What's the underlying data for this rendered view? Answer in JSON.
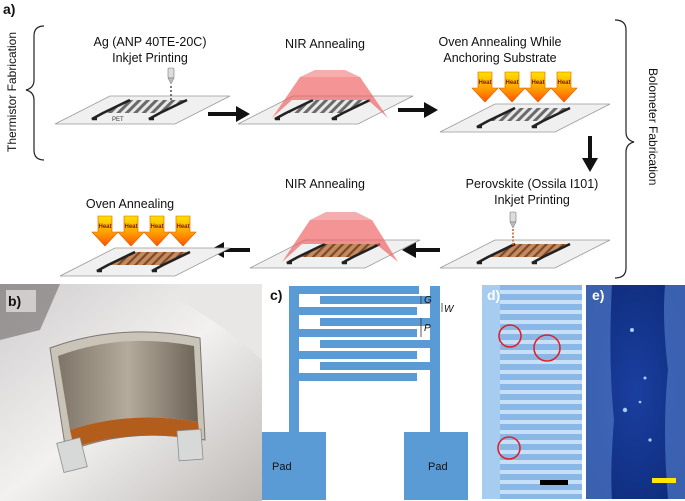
{
  "panels": {
    "a": "a)",
    "b": "b)",
    "c": "c)",
    "d": "d)",
    "e": "e)"
  },
  "side_labels": {
    "left": "Thermistor Fabrication",
    "right": "Bolometer Fabrication"
  },
  "steps": {
    "step1": [
      "Ag (ANP 40TE-20C)",
      "Inkjet Printing"
    ],
    "step2": [
      "NIR Annealing"
    ],
    "step3": [
      "Oven Annealing While",
      "Anchoring Substrate"
    ],
    "step4": [
      "Perovskite (Ossila I101)",
      "Inkjet Printing"
    ],
    "step5": [
      "NIR Annealing"
    ],
    "step6": [
      "Oven Annealing"
    ]
  },
  "substrate_label": "PET",
  "heat_label": "Heat",
  "schematic": {
    "pad_label": "Pad",
    "gap_label": "G",
    "width_label": "W",
    "pitch_label": "P"
  },
  "colors": {
    "pcb_blue": "#5b9bd5",
    "nir_red": "#ef5a5a",
    "heat_orange": "#f37021",
    "heat_yellow": "#ffd400",
    "perovskite_brown": "#b87850",
    "scale_yellow": "#ffe600"
  }
}
